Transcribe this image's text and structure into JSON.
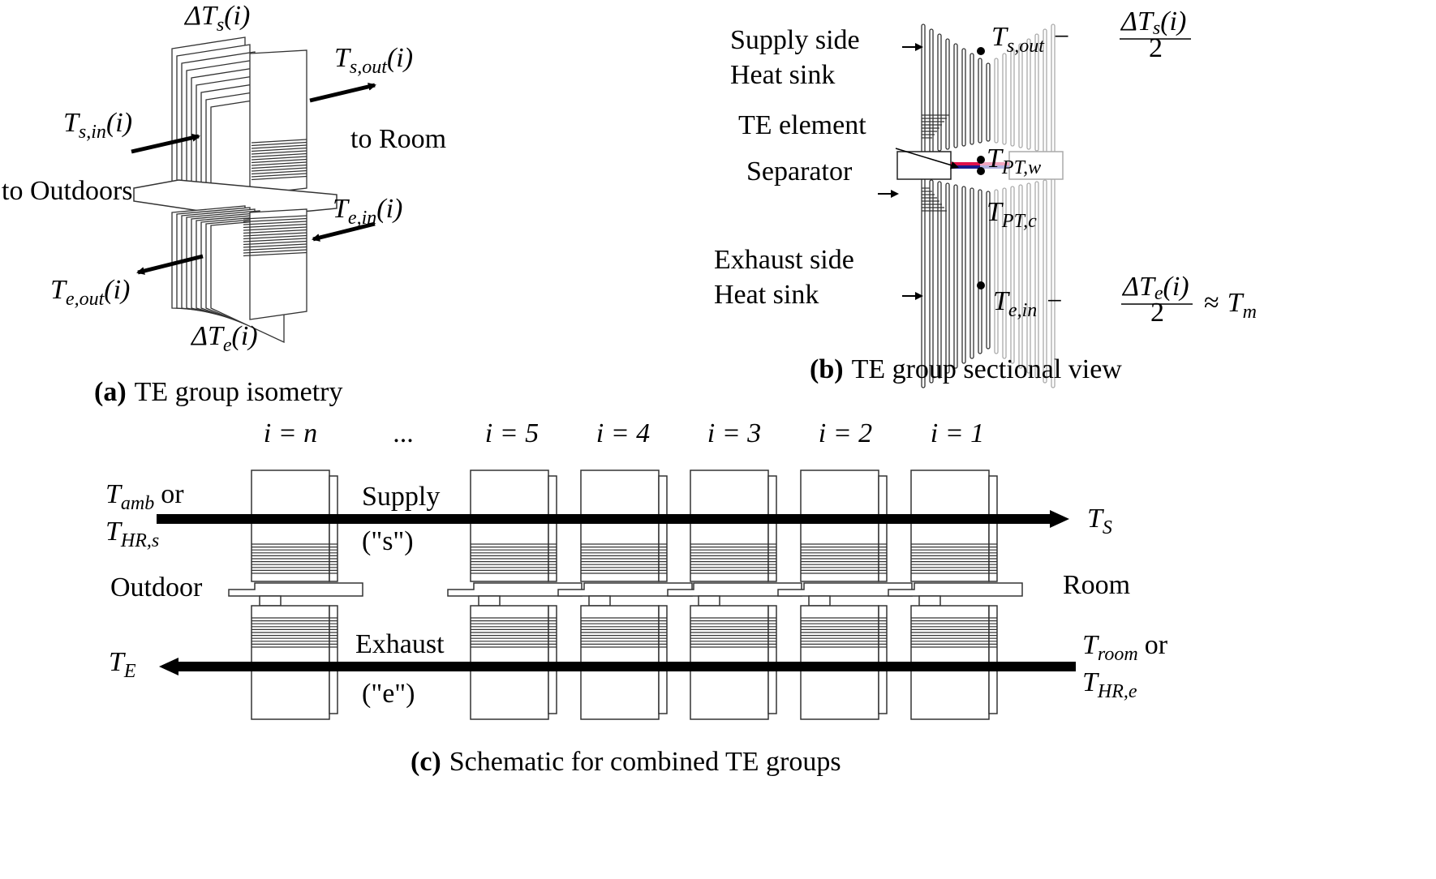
{
  "panel_a": {
    "caption_tag": "(a)",
    "caption": "TE group isometry",
    "labels": {
      "delta_ts": {
        "main": "ΔT",
        "sub": "s",
        "arg": "(i)"
      },
      "ts_out": {
        "main": "T",
        "sub": "s,out",
        "arg": "(i)"
      },
      "ts_in": {
        "main": "T",
        "sub": "s,in",
        "arg": "(i)"
      },
      "to_room": "to Room",
      "to_outdoors": "to Outdoors",
      "te_in": {
        "main": "T",
        "sub": "e,in",
        "arg": "(i)"
      },
      "te_out": {
        "main": "T",
        "sub": "e,out",
        "arg": "(i)"
      },
      "delta_te": {
        "main": "ΔT",
        "sub": "e",
        "arg": "(i)"
      }
    }
  },
  "panel_b": {
    "caption_tag": "(b)",
    "caption": "TE group sectional view",
    "labels": {
      "supply_side_1": "Supply side",
      "supply_side_2": "Heat sink",
      "te_element": "TE element",
      "separator": "Separator",
      "exhaust_side_1": "Exhaust side",
      "exhaust_side_2": "Heat sink",
      "ts_out_expr": {
        "main": "T",
        "sub": "s,out",
        "minus": "−",
        "num_main": "ΔT",
        "num_sub": "s",
        "num_arg": "(i)",
        "den": "2"
      },
      "tpt_w": {
        "main": "T",
        "sub": "PT,w"
      },
      "tpt_c": {
        "main": "T",
        "sub": "PT,c"
      },
      "te_in_expr": {
        "main": "T",
        "sub": "e,in",
        "minus": "−",
        "num_main": "ΔT",
        "num_sub": "e",
        "num_arg": "(i)",
        "den": "2",
        "approx": "≈",
        "rhs_main": "T",
        "rhs_sub": "m"
      }
    },
    "colors": {
      "te_hot": "#e0114a",
      "te_cold": "#1a1a8c",
      "te_hot_faded": "#f2a6c0",
      "te_cold_faded": "#b3b3e0"
    }
  },
  "panel_c": {
    "caption_tag": "(c)",
    "caption": "Schematic for combined TE groups",
    "group_labels": [
      "i = n",
      "...",
      "i = 5",
      "i = 4",
      "i = 3",
      "i = 2",
      "i = 1"
    ],
    "supply_label": "Supply",
    "supply_code": "(\"s\")",
    "exhaust_label": "Exhaust",
    "exhaust_code": "(\"e\")",
    "outdoor_label": "Outdoor",
    "room_label": "Room",
    "t_amb": {
      "main": "T",
      "sub": "amb",
      "suffix": "or"
    },
    "t_hr_s": {
      "main": "T",
      "sub": "HR,s"
    },
    "t_s": {
      "main": "T",
      "sub": "S"
    },
    "t_e": {
      "main": "T",
      "sub": "E"
    },
    "t_room": {
      "main": "T",
      "sub": "room",
      "suffix": "or"
    },
    "t_hr_e": {
      "main": "T",
      "sub": "HR,e"
    }
  }
}
